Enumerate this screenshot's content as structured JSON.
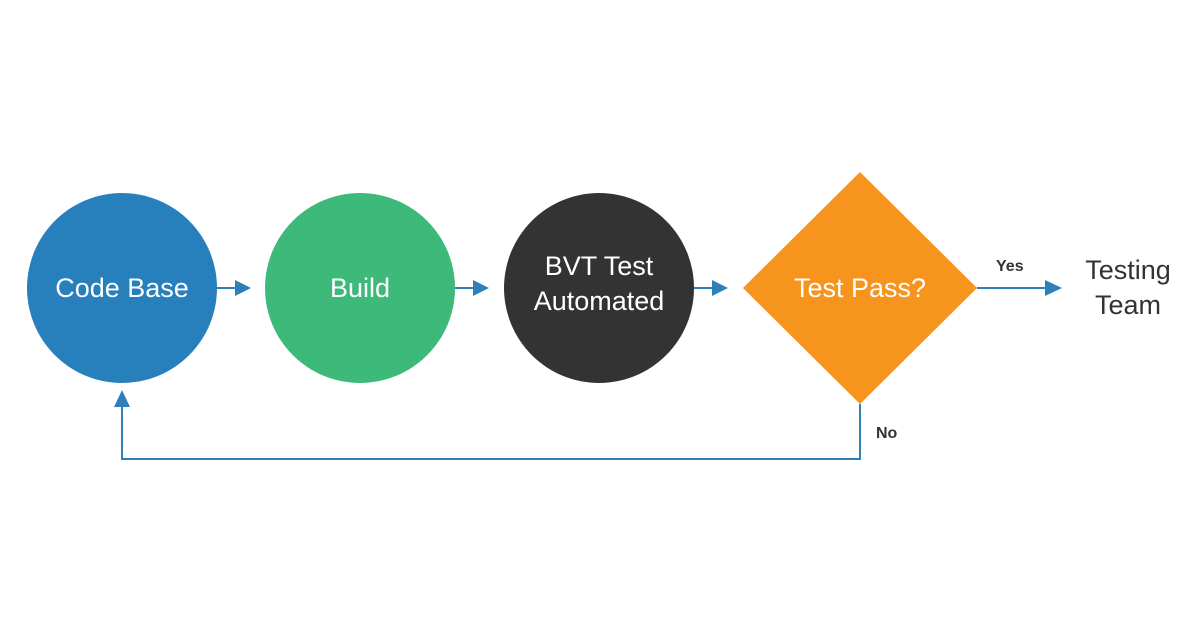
{
  "colors": {
    "code_base": "#277fbc",
    "build": "#3dba7a",
    "bvt": "#333333",
    "decision": "#f7941e",
    "connector": "#2f7fbb"
  },
  "nodes": {
    "code_base": "Code Base",
    "build": "Build",
    "bvt_line1": "BVT Test",
    "bvt_line2": "Automated",
    "decision": "Test Pass?",
    "testing_line1": "Testing",
    "testing_line2": "Team"
  },
  "edges": {
    "yes": "Yes",
    "no": "No"
  }
}
